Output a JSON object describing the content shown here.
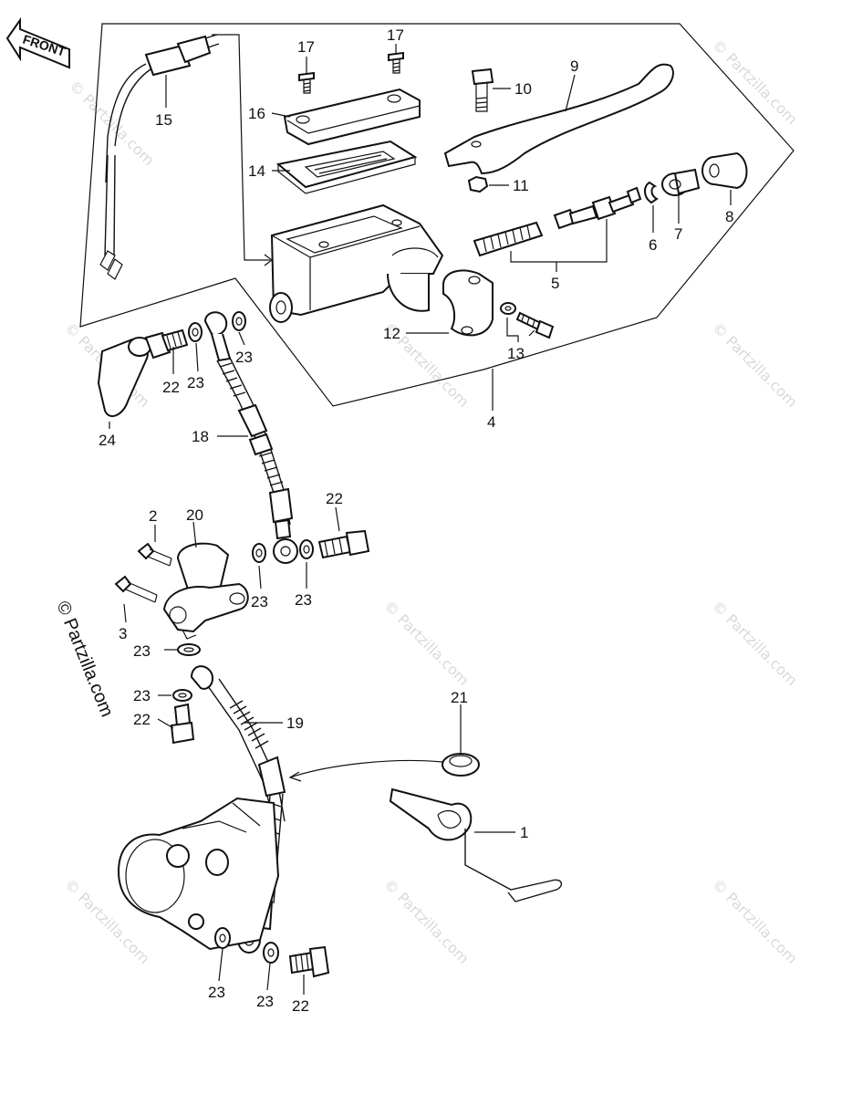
{
  "front_label": "FRONT",
  "side_copyright": "© Partzilla.com",
  "watermark_text": "© Partzilla.com",
  "callouts": {
    "c1": "1",
    "c2": "2",
    "c3": "3",
    "c4": "4",
    "c5": "5",
    "c6": "6",
    "c7": "7",
    "c8": "8",
    "c9": "9",
    "c10": "10",
    "c11": "11",
    "c12": "12",
    "c13": "13",
    "c14": "14",
    "c15": "15",
    "c16": "16",
    "c17a": "17",
    "c17b": "17",
    "c18": "18",
    "c19": "19",
    "c20": "20",
    "c21": "21",
    "c22a": "22",
    "c22b": "22",
    "c22c": "22",
    "c22d": "22",
    "c23a": "23",
    "c23b": "23",
    "c23c": "23",
    "c23d": "23",
    "c23e": "23",
    "c23f": "23",
    "c23g": "23",
    "c23h": "23",
    "c24": "24"
  },
  "colors": {
    "ink": "#111111",
    "watermark": "#d9d9d9",
    "background": "#ffffff"
  }
}
